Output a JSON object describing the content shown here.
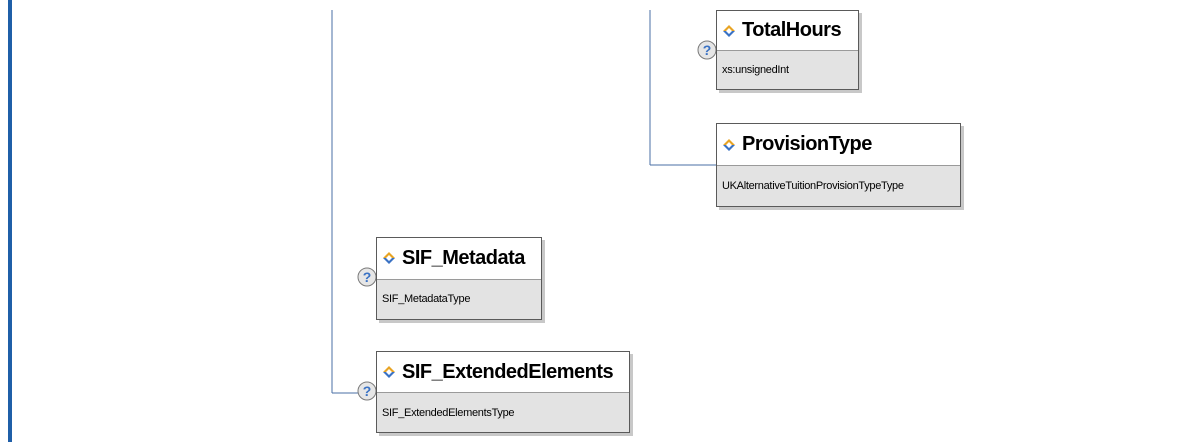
{
  "diagram": {
    "nodes": [
      {
        "id": "total_hours",
        "name": "TotalHours",
        "type": "xs:unsignedInt",
        "optional": true
      },
      {
        "id": "provision_type",
        "name": "ProvisionType",
        "type": "UKAlternativeTuitionProvisionTypeType",
        "optional": false
      },
      {
        "id": "sif_metadata",
        "name": "SIF_Metadata",
        "type": "SIF_MetadataType",
        "optional": true
      },
      {
        "id": "sif_extended_elements",
        "name": "SIF_ExtendedElements",
        "type": "SIF_ExtendedElementsType",
        "optional": true
      }
    ],
    "optional_marker": "?",
    "colors": {
      "connector": "#4a6fa5",
      "border_accent": "#1f5fa8",
      "type_band": "#e3e3e3",
      "icon_blue": "#3a72c4",
      "icon_orange": "#e8a423"
    }
  }
}
